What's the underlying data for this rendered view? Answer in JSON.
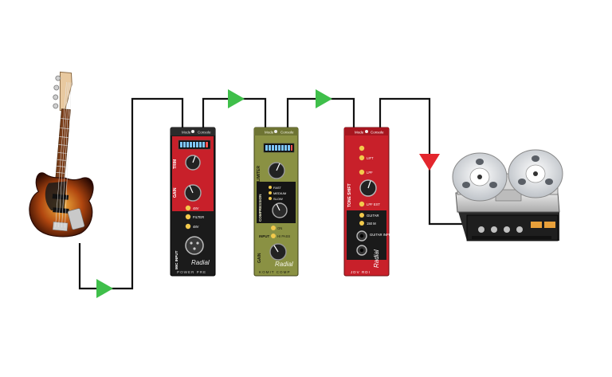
{
  "colors": {
    "wire": "#111111",
    "arrow": "#3fbf4a",
    "arrow_red": "#e3262d",
    "preamp_red": "#c8202a",
    "comp_green": "#8a9143",
    "module_black": "#1b1b1b",
    "meter_led": "#7ec7ff"
  },
  "chain": {
    "source": {
      "icon": "bass-guitar-icon"
    },
    "modules": [
      {
        "top_labels": [
          "Mode",
          "Console"
        ],
        "section_labels": [
          "TRIM",
          "GAIN",
          "MIC INPUT"
        ],
        "switch_labels": [
          "48V",
          "FILTER",
          "48V"
        ],
        "brand": "Radial",
        "model": "POWER PRE"
      },
      {
        "top_labels": [
          "Mode",
          "Console"
        ],
        "section_labels": [
          "LIMITER",
          "COMPRESSION",
          "INPUT",
          "GAIN"
        ],
        "speed_labels": [
          "FAST",
          "MEDIUM",
          "SLOW"
        ],
        "switch_labels": [
          "ON",
          "HI PASS"
        ],
        "brand": "Radial",
        "model": "KOMIT COMP"
      },
      {
        "top_labels": [
          "Mode",
          "Console"
        ],
        "section_labels": [
          "TONE SHIFT",
          "GUITAR INPUT"
        ],
        "switch_labels": [
          "LIFT",
          "LPF",
          "LPF EXT",
          "GUITAR",
          "150 M"
        ],
        "brand": "Radial",
        "model": "JDV RDI"
      }
    ],
    "destination": {
      "icon": "reel-to-reel-tape-recorder-icon"
    }
  }
}
